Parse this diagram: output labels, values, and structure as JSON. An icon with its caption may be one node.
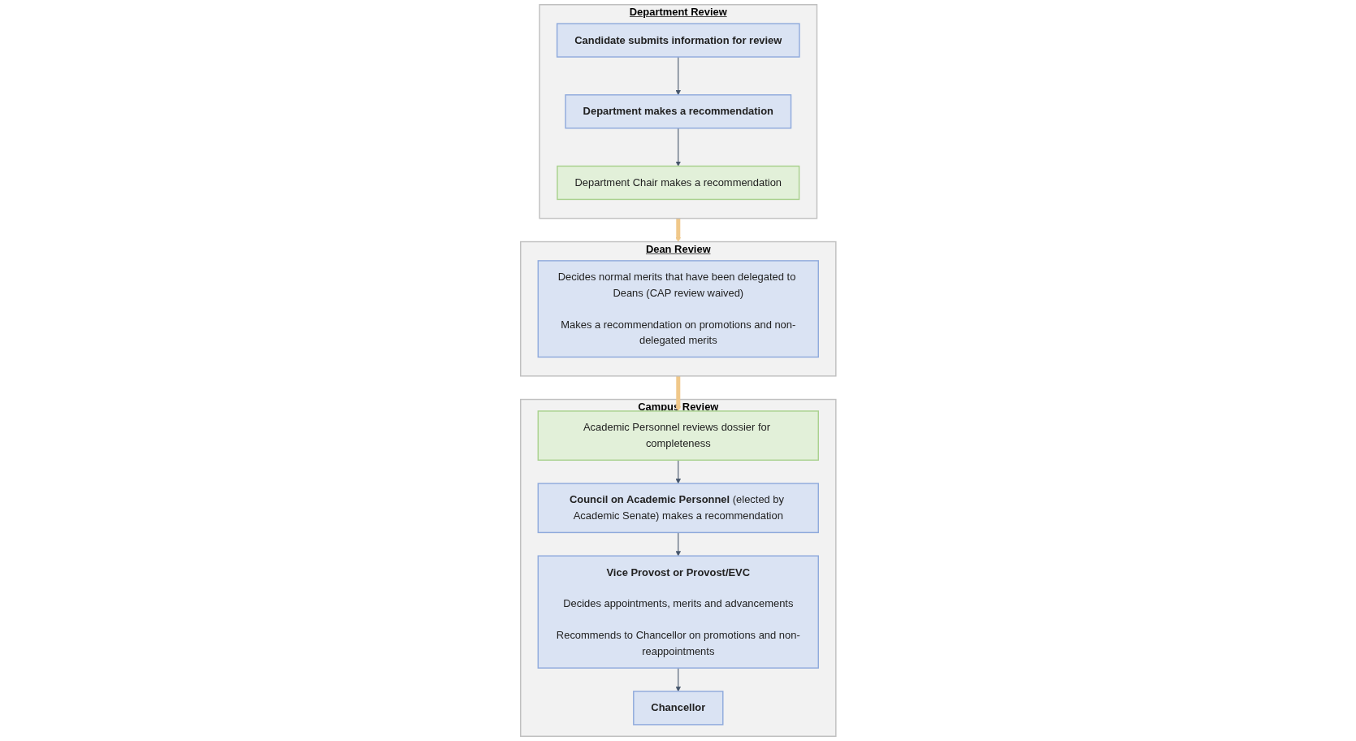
{
  "diagram": {
    "nodes": [
      {
        "text": [
          "Department Review"
        ]
      },
      {
        "text": [
          "Candidate submits information for review"
        ],
        "in": 0
      },
      {
        "text": [
          "Department makes a recommendation"
        ],
        "in": 0
      },
      {
        "text": [
          "Department Chair makes a recommendation"
        ],
        "in": 0
      },
      {
        "text": [
          "Dean Review"
        ]
      },
      {
        "text": [
          "Decides normal merits that have been delegated to Deans (CAP review waived)",
          "Makes a recommendation on promotions and non-delegated merits"
        ],
        "in": 4
      },
      {
        "text": [
          "Campus Review"
        ]
      },
      {
        "text": [
          "Academic Personnel reviews dossier for completeness"
        ],
        "in": 6
      },
      {
        "text": [
          "**Council on Academic Personnel** (elected by Academic Senate) makes a recommendation"
        ],
        "in": 6
      },
      {
        "text": [
          "Vice Provost or Provost/EVC",
          "Decides appointments, merits and advancements",
          "Recommends to Chancellor on promotions and non-reappointments"
        ],
        "in": 6
      },
      {
        "text": [
          "Chancellor"
        ],
        "in": 6
      }
    ],
    "edges": [
      {
        "from": 1,
        "to": 2,
        "arrow": "to"
      },
      {
        "from": 2,
        "to": 3,
        "arrow": "to"
      },
      {
        "from": 0,
        "to": 4,
        "arrow": "to",
        "style": "thick",
        "color": "#f0c88a"
      },
      {
        "from": 4,
        "to": 7,
        "arrow": "to",
        "style": "thick",
        "color": "#f0c88a"
      },
      {
        "from": 7,
        "to": 8,
        "arrow": "to"
      },
      {
        "from": 8,
        "to": 9,
        "arrow": "to"
      },
      {
        "from": 9,
        "to": 10,
        "arrow": "to"
      }
    ]
  }
}
